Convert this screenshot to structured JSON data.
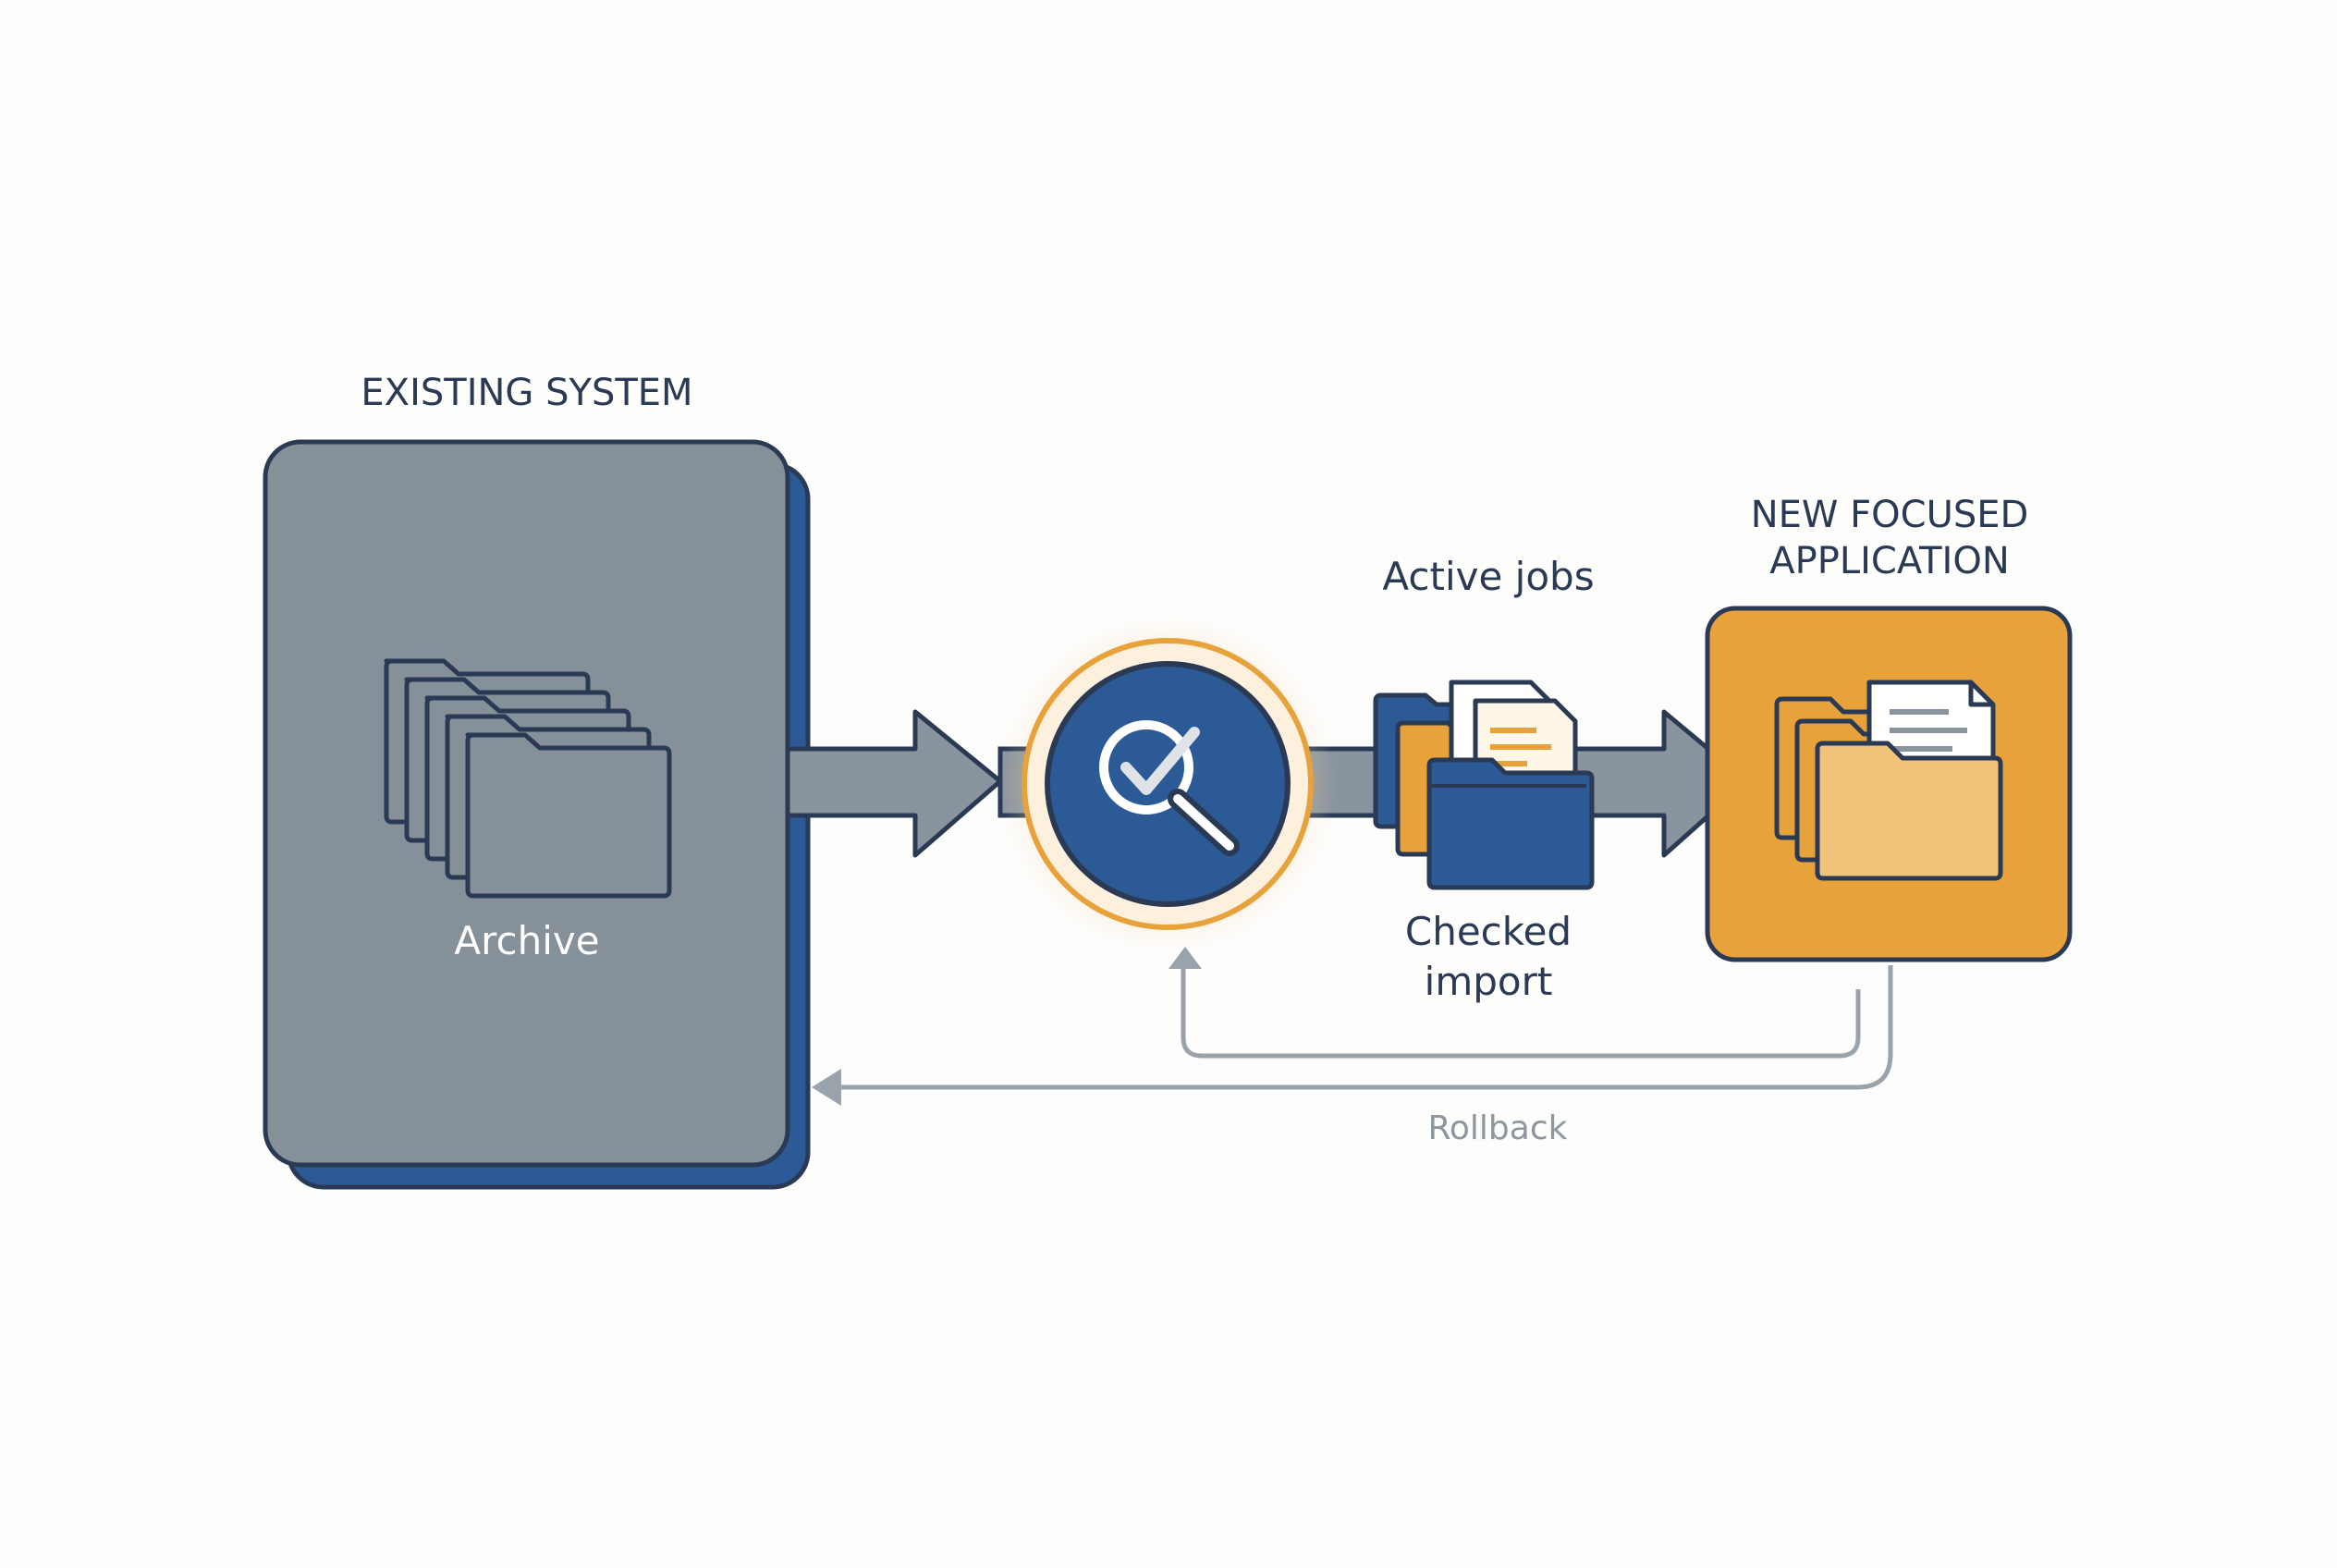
{
  "existing_system": {
    "title": "EXISTING SYSTEM",
    "archive_label": "Archive"
  },
  "new_application": {
    "title_line1": "NEW FOCUSED",
    "title_line2": "APPLICATION"
  },
  "migration": {
    "active_jobs_label": "Active jobs",
    "checked_import_line1": "Checked",
    "checked_import_line2": "import"
  },
  "rollback": {
    "label": "Rollback"
  },
  "colors": {
    "navy": "#2a3a55",
    "blue": "#2c5a96",
    "slate": "#869099",
    "orange": "#e8a23c",
    "light_orange": "#f1c27a",
    "arrow_gray": "#8a949e",
    "rollback_gray": "#9aa3ac",
    "rollback_text": "#8e969e",
    "background": "#fdfdfc"
  },
  "icons": {
    "archive": "folder-stack-icon",
    "check": "magnifier-check-icon",
    "active_jobs": "document-folders-icon",
    "new_app": "document-folder-icon",
    "rollback": "arrow-left-icon"
  }
}
